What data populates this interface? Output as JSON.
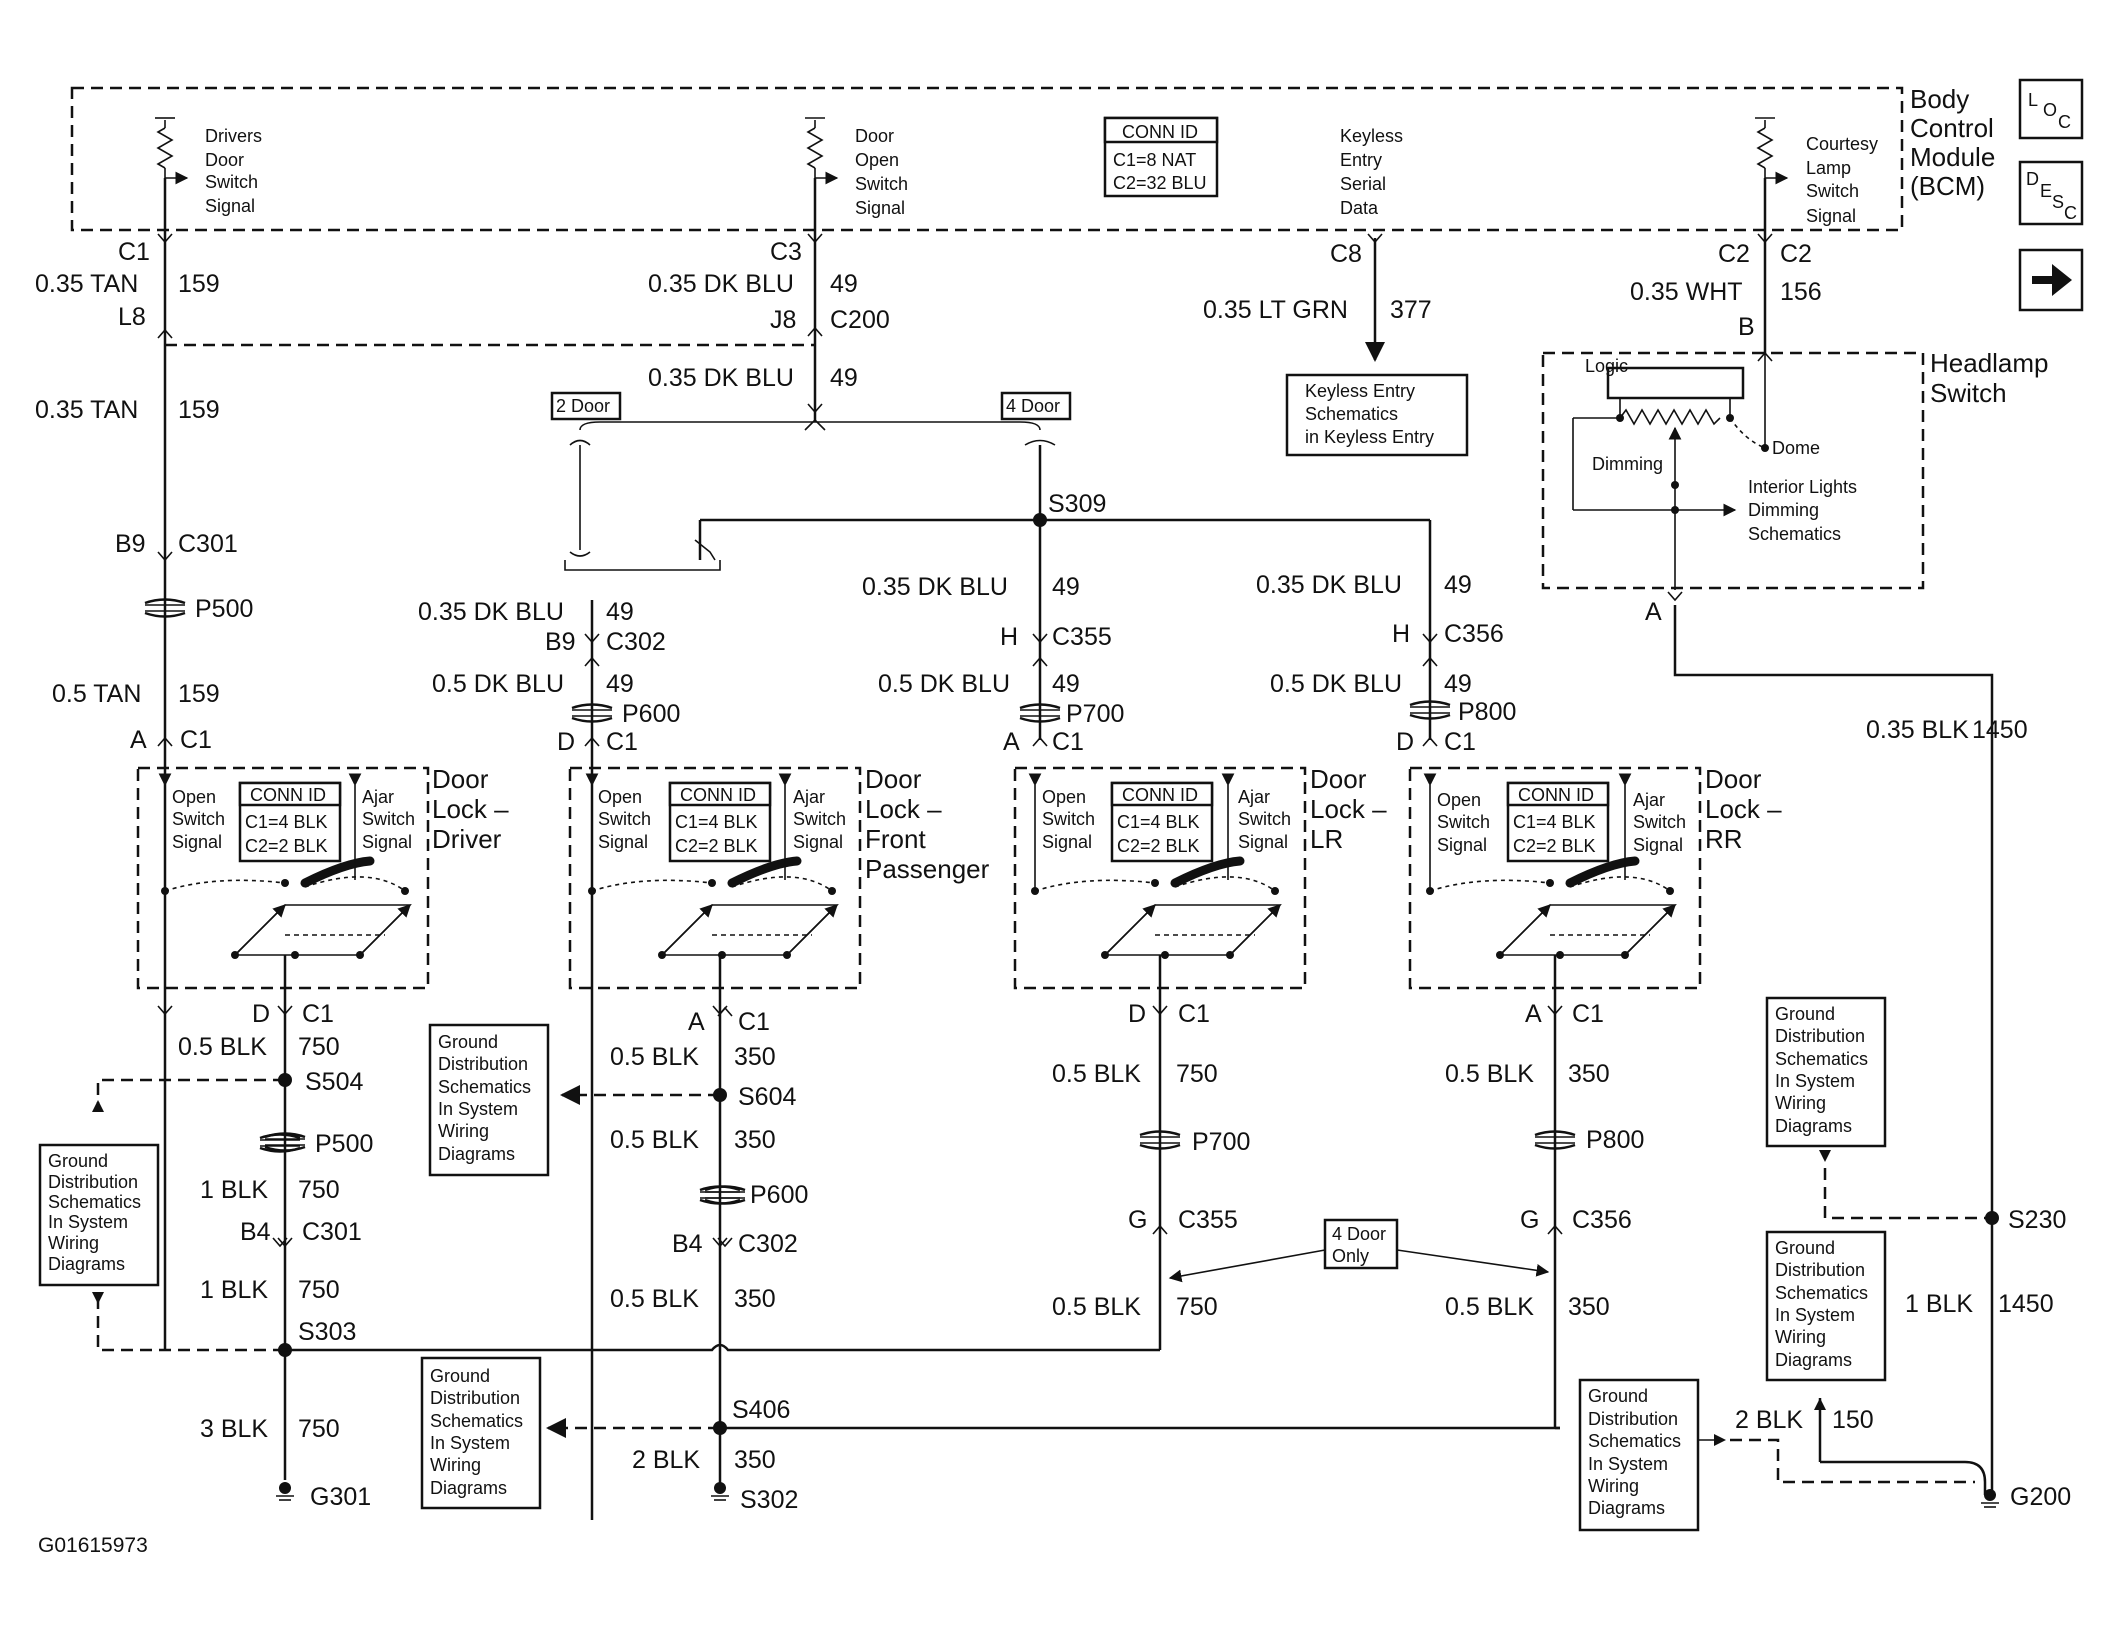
{
  "bcm": {
    "title": [
      "Body",
      "Control",
      "Module",
      "(BCM)"
    ]
  },
  "conn_id_bcm": {
    "title": "CONN ID",
    "c1": "C1=8 NAT",
    "c2": "C2=32 BLU"
  },
  "conn_id_door": {
    "title": "CONN ID",
    "c1": "C1=4 BLK",
    "c2": "C2=2 BLK"
  },
  "signals": {
    "drivers_door": [
      "Drivers",
      "Door",
      "Switch",
      "Signal"
    ],
    "door_open": [
      "Door",
      "Open",
      "Switch",
      "Signal"
    ],
    "keyless": [
      "Keyless",
      "Entry",
      "Serial",
      "Data"
    ],
    "courtesy": [
      "Courtesy",
      "Lamp",
      "Switch",
      "Signal"
    ],
    "open_switch": [
      "Open",
      "Switch",
      "Signal"
    ],
    "ajar_switch": [
      "Ajar",
      "Switch",
      "Signal"
    ]
  },
  "side_icons": {
    "loc": "LOC",
    "desc": "DESC",
    "arrow": "right-arrow"
  },
  "keyless_ref": [
    "Keyless Entry",
    "Schematics",
    "in Keyless Entry"
  ],
  "headlamp": {
    "title": [
      "Headlamp",
      "Switch"
    ],
    "logic": "Logic",
    "dimming": "Dimming",
    "dome": "Dome",
    "interior": [
      "Interior Lights",
      "Dimming",
      "Schematics"
    ]
  },
  "ground_ref": [
    "Ground",
    "Distribution",
    "Schematics",
    "In System",
    "Wiring",
    "Diagrams"
  ],
  "door_options": {
    "two": "2 Door",
    "four": "4 Door",
    "four_only": [
      "4 Door",
      "Only"
    ]
  },
  "doors": {
    "driver": [
      "Door",
      "Lock –",
      "Driver"
    ],
    "front": [
      "Door",
      "Lock –",
      "Front",
      "Passenger"
    ],
    "lr": [
      "Door",
      "Lock –",
      "LR"
    ],
    "rr": [
      "Door",
      "Lock –",
      "RR"
    ]
  },
  "wires": {
    "w035tan": "0.35 TAN",
    "w05tan": "0.5 TAN",
    "c159": "159",
    "w035dkblu": "0.35 DK BLU",
    "w05dkblu": "0.5 DK BLU",
    "c49": "49",
    "w035ltgrn": "0.35 LT GRN",
    "c377": "377",
    "w035wht": "0.35 WHT",
    "c156": "156",
    "w035blk": "0.35 BLK",
    "w1blk": "1 BLK",
    "c1450": "1450",
    "w05blk": "0.5 BLK",
    "w3blk": "3 BLK",
    "w2blk": "2 BLK",
    "c750": "750",
    "c350": "350",
    "c150": "150"
  },
  "pins": {
    "C1": "C1",
    "C2": "C2",
    "C3": "C3",
    "C8": "C8",
    "L8": "L8",
    "J8": "J8",
    "B9": "B9",
    "B4": "B4",
    "A": "A",
    "B": "B",
    "D": "D",
    "H": "H",
    "G": "G"
  },
  "connectors": {
    "C200": "C200",
    "C301": "C301",
    "C302": "C302",
    "C355": "C355",
    "C356": "C356",
    "P500": "P500",
    "P600": "P600",
    "P700": "P700",
    "P800": "P800"
  },
  "splices": {
    "S309": "S309",
    "S504": "S504",
    "S604": "S604",
    "S303": "S303",
    "S406": "S406",
    "S230": "S230"
  },
  "grounds": {
    "G301": "G301",
    "S302": "S302",
    "G200": "G200"
  },
  "figure_id": "G01615973"
}
